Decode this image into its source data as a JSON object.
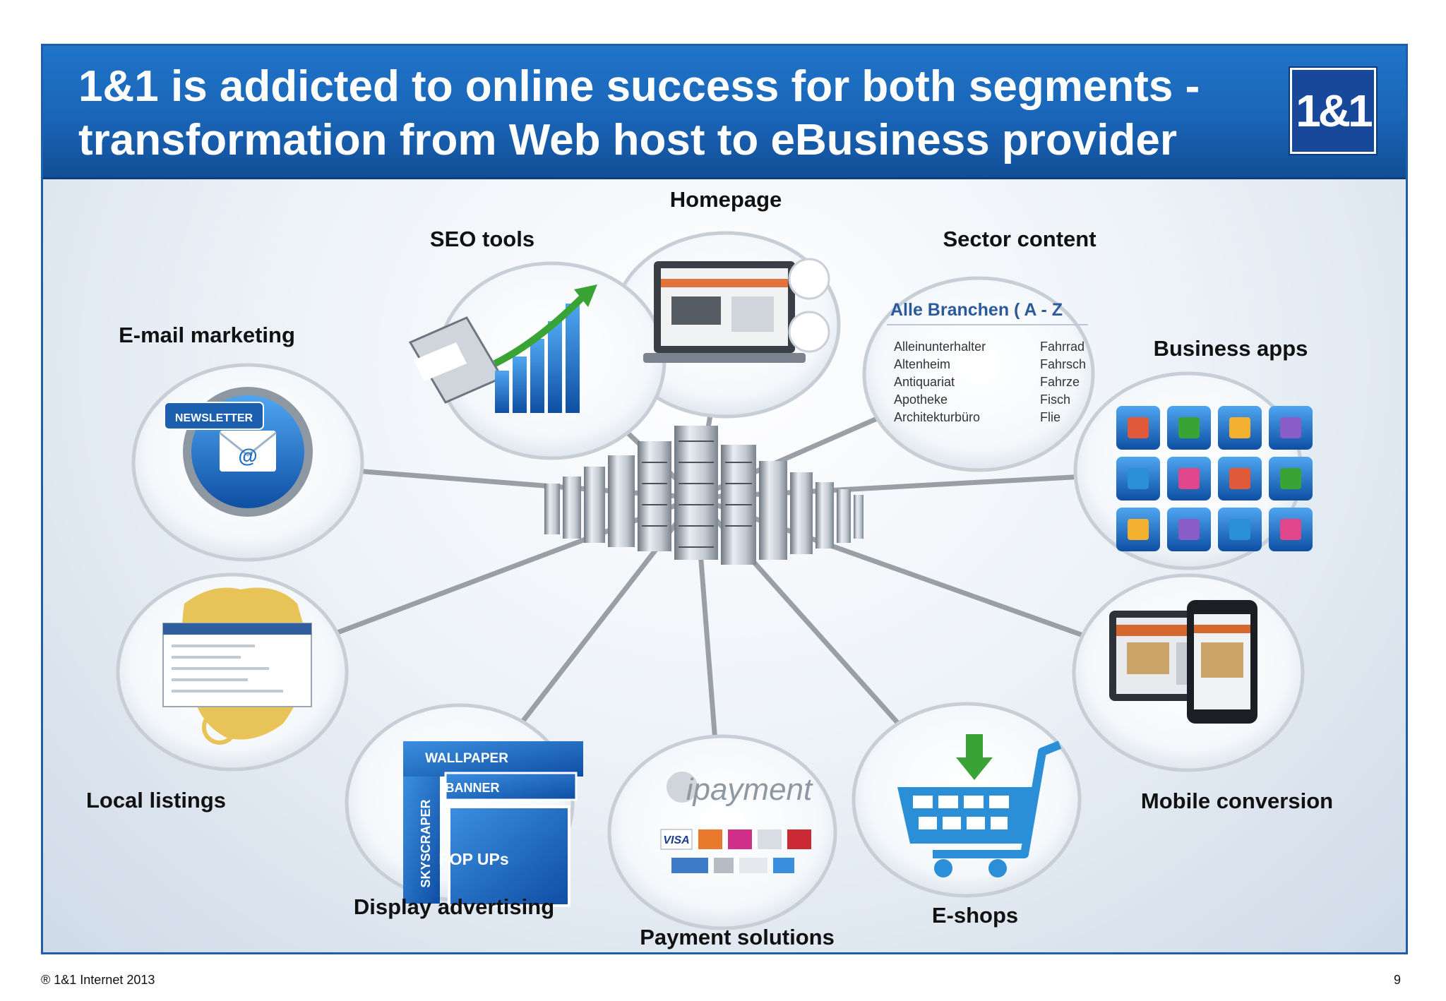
{
  "slide": {
    "title_line1": "1&1 is addicted to online success for both segments -",
    "title_line2": "transformation from Web host to eBusiness provider",
    "logo": "1&1"
  },
  "colors": {
    "header_blue": "#1a65b7",
    "frame_blue": "#1f5fa8",
    "connector_gray": "#9a9fa6",
    "cart_blue": "#2a8fd6",
    "arrow_green": "#3aa336"
  },
  "center": {
    "icon": "server-rack-icon"
  },
  "nodes": [
    {
      "label": "Homepage",
      "icon": "laptop-homepage-icon"
    },
    {
      "label": "SEO tools",
      "icon": "seo-chart-laptop-icon"
    },
    {
      "label": "Sector content",
      "icon": "directory-list-icon",
      "heading": "Alle Branchen ( A - Z",
      "col1": [
        "Alleinunterhalter",
        "Altenheim",
        "Antiquariat",
        "Apotheke",
        "Architekturbüro"
      ],
      "col2": [
        "Fahrrad",
        "Fahrsch",
        "Fahrze",
        "Fisch",
        "Flie"
      ]
    },
    {
      "label": "E-mail marketing",
      "icon": "newsletter-icon",
      "badge": "NEWSLETTER",
      "symbol": "@"
    },
    {
      "label": "Business apps",
      "icon": "app-grid-icon"
    },
    {
      "label": "Local listings",
      "icon": "local-map-icon"
    },
    {
      "label": "Mobile conversion",
      "icon": "mobile-devices-icon"
    },
    {
      "label": "Display advertising",
      "icon": "ad-formats-icon",
      "ad1": "WALLPAPER",
      "ad2": "BANNER",
      "ad3": "SKYSCRAPER",
      "ad4": "POP UPs"
    },
    {
      "label": "Payment solutions",
      "icon": "payment-cards-icon",
      "brand": "ipayment",
      "card": "VISA"
    },
    {
      "label": "E-shops",
      "icon": "shopping-cart-icon"
    }
  ],
  "footer": {
    "copyright": "® 1&1 Internet 2013",
    "page": "9"
  }
}
